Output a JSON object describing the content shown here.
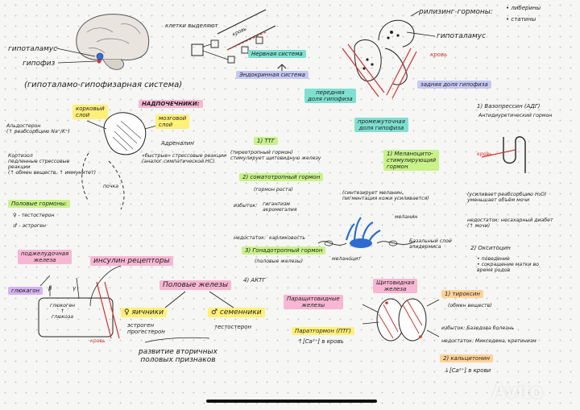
{
  "notes": {
    "hypothalamus_label": "гипоталамус",
    "pituitary_label": "гипофиз",
    "system_title": "(гипоталамо-гипофизарная система)",
    "cells_secrete": "клетки выделяют",
    "blood_diag": "кровь",
    "nervous_system": "Нервная система",
    "endocrine_system": "Эндокринная система",
    "releasing_hormones": "рилизинг-гормоны:",
    "liberins": "• либерины",
    "statins": "• статины",
    "hypothalamus_right": "гипоталамус",
    "blood_right": "кровь",
    "anterior_pituitary": "передняя\nдоля гипофиза",
    "posterior_pituitary": "задняя доля гипофиза",
    "intermediate_pituitary": "промежуточная\nдоля гипофиза",
    "cortex_layer": "корковый\nслой",
    "adrenal_title": "НАДПОЧЕЧНИКИ:",
    "medulla_layer": "мозговой\nслой",
    "aldosterone": "Альдостерон\n(↑ реабсорбцию Na⁺/K⁺)",
    "cortisol": "Кортизол\nпедленные стрессовые\nреакции\n(↑ обмен веществ, ↑ иммунитет)",
    "adrenaline": "Адреналин",
    "fast_stress": "«быстрые» стрессовые реакции\n(аналог симпатической НС)",
    "kidney": "почка",
    "sex_hormones": "Половые гормоны:",
    "testosterone_f": "♀ - тестостерон",
    "estrogen_m": "♂ - эстроген",
    "ttg": "1) ТТГ",
    "ttg_desc": "(тиреотропный гормон)\nстимулирует щитовидную железу",
    "somatotropic": "2) соматотропный гормон",
    "growth_hormone": "(гормон роста)",
    "excess": "избыток:",
    "gigantism": "гигантизм\nакромегалия",
    "deficiency_dwarf": "недостаток:",
    "dwarfism": "карликовость",
    "gonadotropic": "3) Гонадотропный гормон",
    "stim_sex": "(половые железы)",
    "acth": "4) АКТГ",
    "melanocyte_hormone": "1) Меланоцито-\nстимулирующий\nгормон",
    "synthesize_melanin": "(синтезирует меланин,\nпигментация кожи усиливается)",
    "melanin": "меланин",
    "melanocyte": "меланоцит",
    "basal_layer": "Базальный слой\nэпидермиса",
    "vasopressin": "1) Вазопрессин (АДГ)",
    "antidiuretic": "Антидиуретический гормон",
    "blood_vaso": "кровь",
    "vaso_effect": "(усиливает реабсорбцию H₂O)\nуменьшает объём мочи",
    "vaso_deficit": "недостаток: несахарный диабет\n(↑ мочи)",
    "oxytocin": "2) Окситоцин",
    "oxy_effects": "• поведение\n• сокращение матки во\nвремя родов",
    "pancreas": "поджелудочная\nжелеза",
    "insulin_receptors": "инсулин рецепторы",
    "glucagon": "глюкагон",
    "glucose_box": "глюкоген\n↑\nглюкоза",
    "blood_bottom": "кровь",
    "beta": "β",
    "gamma": "γ",
    "sex_glands": "Половые железы",
    "ovaries": "♀ яичники",
    "testes": "♂ семенники",
    "estrogen_progesterone": "эстроген\nпрогестерон",
    "testosterone": "тестостерон",
    "secondary_traits": "развитие вторичных\nполовых признаков",
    "parathyroid": "Паращитовидные\nжелезы",
    "thyroid": "Щитовидная\nжелеза",
    "parathormone": "Паратгормон (ПТГ)",
    "pth_effect": "↑[Ca²⁺] в кровь",
    "thyroxine": "1) тироксин",
    "metabolism": "(обмен веществ)",
    "excess_thyroid": "избыток: Базедова болезнь",
    "deficiency_thyroid": "недостаток: Микседема, кретинизм",
    "calcitonin": "2) кальцитонин",
    "calc_effect": "↓[Ca²⁺] в крови",
    "watermark": "Avito"
  },
  "colors": {
    "green": "#c9f28a",
    "teal": "#7fe0d0",
    "lavender": "#c6c9f4",
    "pink": "#f7b7d2",
    "yellow": "#fff07a",
    "orange": "#ffd29a",
    "purple": "#d5b3f0",
    "blood_red": "#d3322d"
  }
}
